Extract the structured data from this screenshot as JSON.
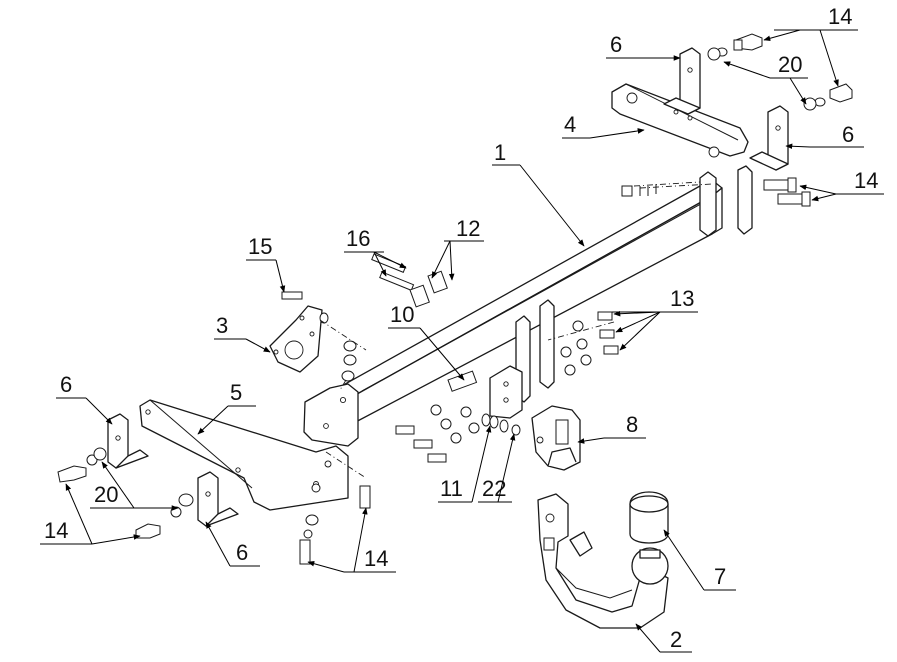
{
  "diagram": {
    "callouts": [
      {
        "id": "c1",
        "label": "1"
      },
      {
        "id": "c2",
        "label": "2"
      },
      {
        "id": "c3",
        "label": "3"
      },
      {
        "id": "c4",
        "label": "4"
      },
      {
        "id": "c5",
        "label": "5"
      },
      {
        "id": "c6a",
        "label": "6"
      },
      {
        "id": "c6b",
        "label": "6"
      },
      {
        "id": "c6c",
        "label": "6"
      },
      {
        "id": "c6d",
        "label": "6"
      },
      {
        "id": "c7",
        "label": "7"
      },
      {
        "id": "c8",
        "label": "8"
      },
      {
        "id": "c10",
        "label": "10"
      },
      {
        "id": "c11",
        "label": "11"
      },
      {
        "id": "c12",
        "label": "12"
      },
      {
        "id": "c13",
        "label": "13"
      },
      {
        "id": "c14a",
        "label": "14"
      },
      {
        "id": "c14b",
        "label": "14"
      },
      {
        "id": "c14c",
        "label": "14"
      },
      {
        "id": "c14d",
        "label": "14"
      },
      {
        "id": "c15",
        "label": "15"
      },
      {
        "id": "c16",
        "label": "16"
      },
      {
        "id": "c20a",
        "label": "20"
      },
      {
        "id": "c20b",
        "label": "20"
      },
      {
        "id": "c22",
        "label": "22"
      }
    ]
  }
}
